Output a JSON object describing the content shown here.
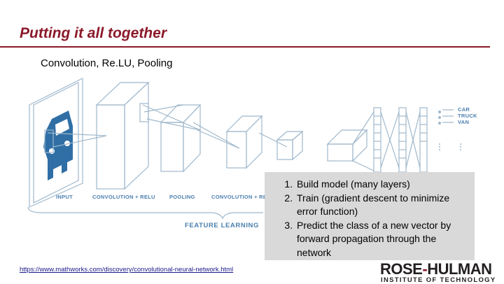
{
  "slide": {
    "title": "Putting it all together",
    "subtitle": "Convolution, Re.LU, Pooling"
  },
  "diagram": {
    "stage_labels": {
      "input": "INPUT",
      "conv1": "CONVOLUTION + RELU",
      "pool": "POOLING",
      "conv2": "CONVOLUTION + RELU"
    },
    "group_label": "FEATURE LEARNING",
    "outputs": [
      "CAR",
      "TRUCK",
      "VAN"
    ],
    "colors": {
      "line": "#9fb8cc",
      "label": "#4a7fae",
      "car": "#2f6fa5"
    }
  },
  "steps": [
    "Build model (many layers)",
    "Train (gradient descent to minimize error function)",
    "Predict the class of a new vector by forward propagation through the network"
  ],
  "source_link": "https://www.mathworks.com/discovery/convolutional-neural-network.html",
  "logo": {
    "part1": "ROSE",
    "dash": "-",
    "part2": "HULMAN",
    "sub": "INSTITUTE OF TECHNOLOGY"
  }
}
